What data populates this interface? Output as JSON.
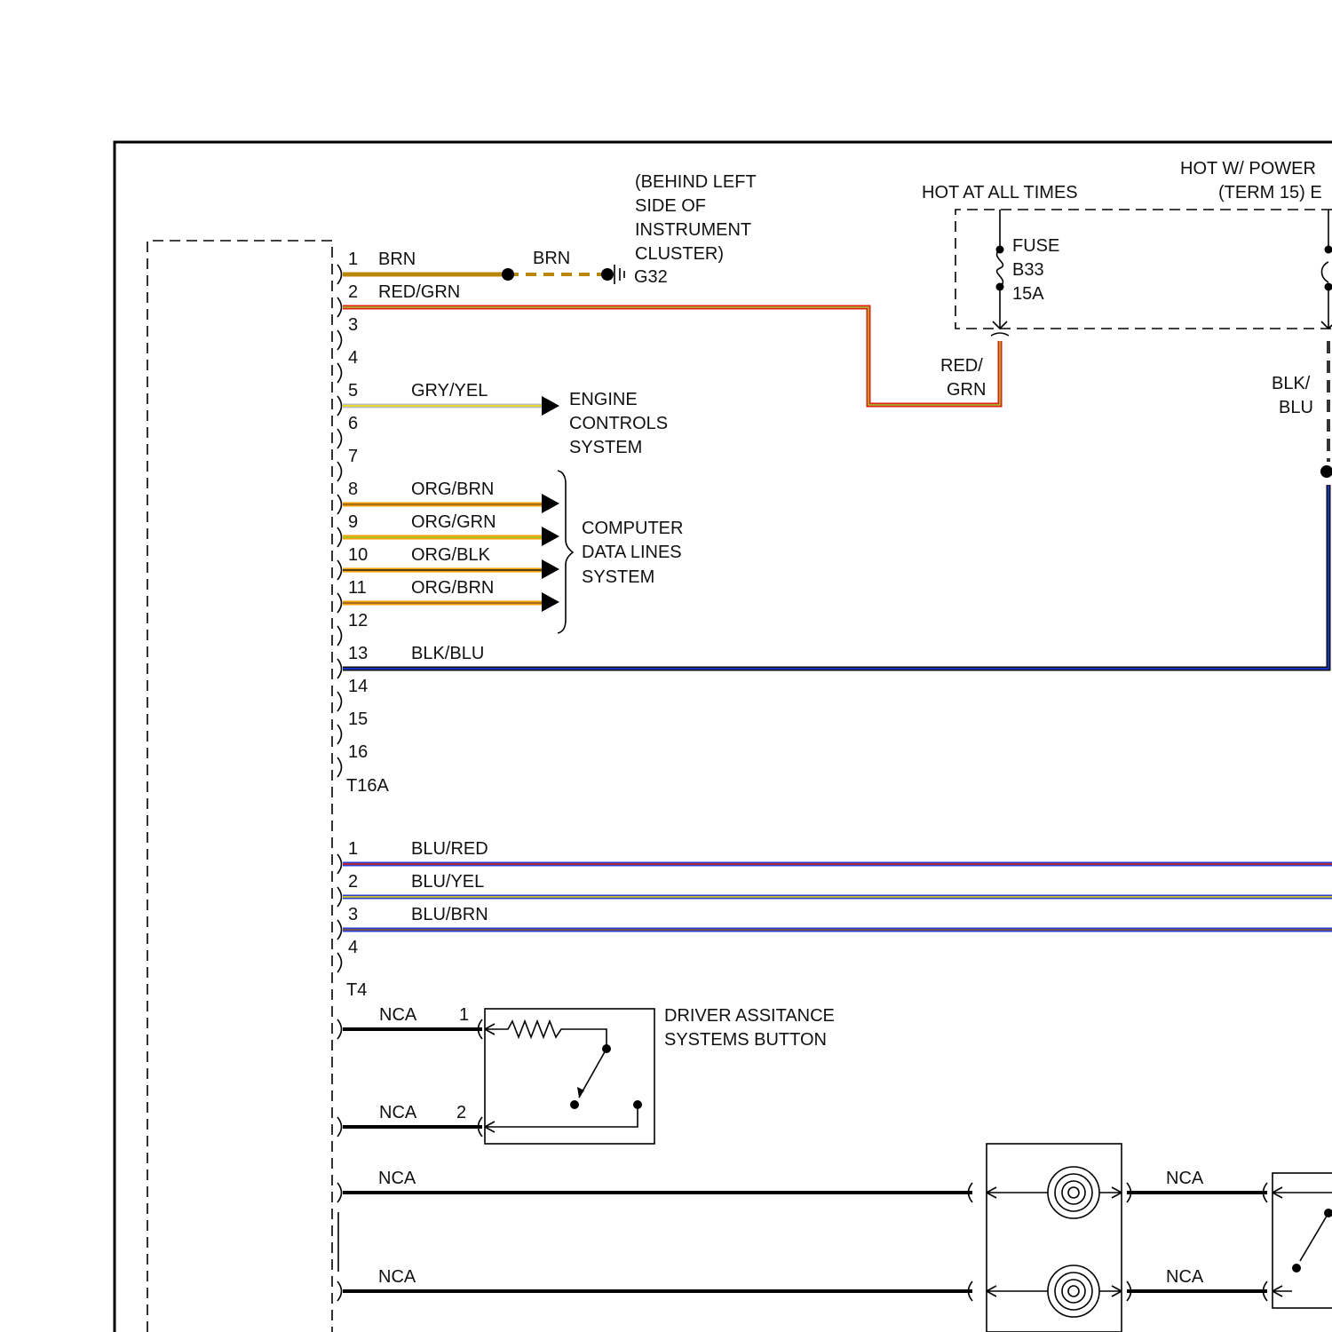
{
  "labels": {
    "ground_note": [
      "(BEHIND LEFT",
      "SIDE OF",
      "INSTRUMENT",
      "CLUSTER)"
    ],
    "ground_id": "G32",
    "hot_at_all_times": "HOT AT ALL TIMES",
    "hot_w_power": "HOT W/ POWER",
    "term15": "(TERM 15) E",
    "fuse": [
      "FUSE",
      "B33",
      "15A"
    ],
    "red_grn_split": [
      "RED/",
      "GRN"
    ],
    "blk_blu_split": [
      "BLK/",
      "BLU"
    ],
    "engine_controls": [
      "ENGINE",
      "CONTROLS",
      "SYSTEM"
    ],
    "computer_data": [
      "COMPUTER",
      "DATA LINES",
      "SYSTEM"
    ],
    "driver_assist": [
      "DRIVER ASSITANCE",
      "SYSTEMS BUTTON"
    ],
    "connector_t16a": "T16A",
    "connector_t4": "T4"
  },
  "t16a_pins": [
    "1",
    "2",
    "3",
    "4",
    "5",
    "6",
    "7",
    "8",
    "9",
    "10",
    "11",
    "12",
    "13",
    "14",
    "15",
    "16"
  ],
  "t16a_wires": [
    {
      "pin": "1",
      "label": "BRN",
      "color": "#b8860b",
      "stripe": "#b8860b"
    },
    {
      "pin": "2",
      "label": "RED/GRN",
      "color": "#e02010",
      "stripe": "#9acd32"
    },
    {
      "pin": "5",
      "label": "GRY/YEL",
      "color": "#bdbdbd",
      "stripe": "#f2e200"
    },
    {
      "pin": "8",
      "label": "ORG/BRN",
      "color": "#f5a000",
      "stripe": "#8b5a2b"
    },
    {
      "pin": "9",
      "label": "ORG/GRN",
      "color": "#f5a000",
      "stripe": "#9acd32"
    },
    {
      "pin": "10",
      "label": "ORG/BLK",
      "color": "#f5a000",
      "stripe": "#222222"
    },
    {
      "pin": "11",
      "label": "ORG/BRN",
      "color": "#f5a000",
      "stripe": "#8b5a2b"
    },
    {
      "pin": "13",
      "label": "BLK/BLU",
      "color": "#111111",
      "stripe": "#1a3cff"
    }
  ],
  "ground_wire_label": "BRN",
  "t4_pins": [
    "1",
    "2",
    "3",
    "4"
  ],
  "t4_wires": [
    {
      "pin": "1",
      "label": "BLU/RED",
      "color": "#2a3fd0",
      "stripe": "#e02010"
    },
    {
      "pin": "2",
      "label": "BLU/YEL",
      "color": "#2a3fd0",
      "stripe": "#f2e200"
    },
    {
      "pin": "3",
      "label": "BLU/BRN",
      "color": "#2a3fd0",
      "stripe": "#8b5a2b"
    }
  ],
  "nca_wires": [
    {
      "label": "NCA",
      "pin": "1"
    },
    {
      "label": "NCA",
      "pin": "2"
    },
    {
      "label": "NCA",
      "pin": ""
    },
    {
      "label": "NCA",
      "pin": ""
    },
    {
      "label": "NCA",
      "pin": ""
    },
    {
      "label": "NCA",
      "pin": ""
    }
  ]
}
